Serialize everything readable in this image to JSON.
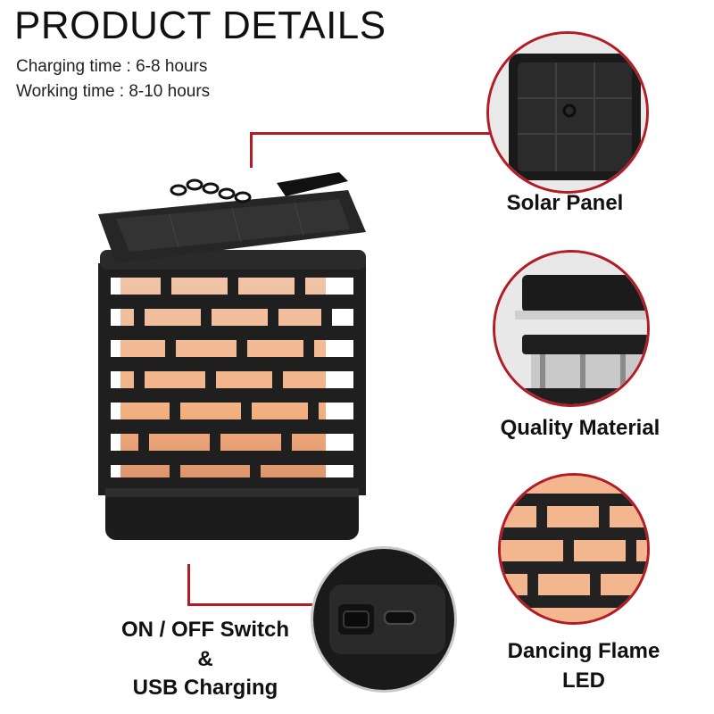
{
  "header": {
    "title": "PRODUCT DETAILS",
    "specs": [
      {
        "text": "Charging time : 6-8 hours"
      },
      {
        "text": "Working time : 8-10 hours"
      }
    ]
  },
  "features": [
    {
      "label": "Solar Panel",
      "icon": "solar-panel"
    },
    {
      "label": "Quality Material",
      "icon": "lantern-edge"
    },
    {
      "label_lines": [
        "Dancing Flame",
        "LED"
      ],
      "icon": "flame-led"
    },
    {
      "label_lines": [
        "ON / OFF Switch",
        "&",
        "USB Charging"
      ],
      "icon": "usb-port"
    }
  ],
  "colors": {
    "accent": "#b31c24",
    "lantern_body": "#1c1c1c",
    "flame_glow": "#f3b183",
    "background": "#ffffff"
  }
}
